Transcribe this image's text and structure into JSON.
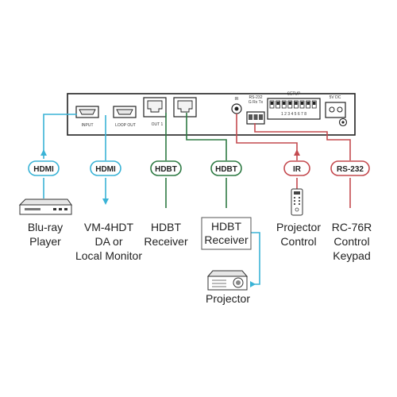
{
  "device": {
    "port_labels": {
      "input": "INPUT",
      "loop_out": "LOOP OUT",
      "out1": "OUT 1",
      "ir": "IR",
      "rs232": "RS-232",
      "rs232_pins": "G Rx Tx",
      "setup": "SETUP",
      "dip_numbers": "1 2 3 4 5 6 7 8",
      "power": "5V DC"
    }
  },
  "tags": {
    "hdmi_in": "HDMI",
    "hdmi_out": "HDMI",
    "hdbt_1": "HDBT",
    "hdbt_2": "HDBT",
    "ir": "IR",
    "rs232": "RS-232"
  },
  "labels": {
    "bluray_line1": "Blu-ray",
    "bluray_line2": "Player",
    "vm_line1": "VM-4HDT",
    "vm_line2": "DA or",
    "vm_line3": "Local Monitor",
    "hdbt_rx1_line1": "HDBT",
    "hdbt_rx1_line2": "Receiver",
    "hdbt_rx2_line1": "HDBT",
    "hdbt_rx2_line2": "Receiver",
    "projector": "Projector",
    "projector_control_line1": "Projector",
    "projector_control_line2": "Control",
    "keypad_line1": "RC-76R",
    "keypad_line2": "Control",
    "keypad_line3": "Keypad"
  },
  "colors": {
    "hdmi": "#3ab3d6",
    "hdbt": "#2e7a43",
    "ir": "#c44a4f",
    "rs232": "#c44a4f",
    "device_outline": "#222222"
  }
}
